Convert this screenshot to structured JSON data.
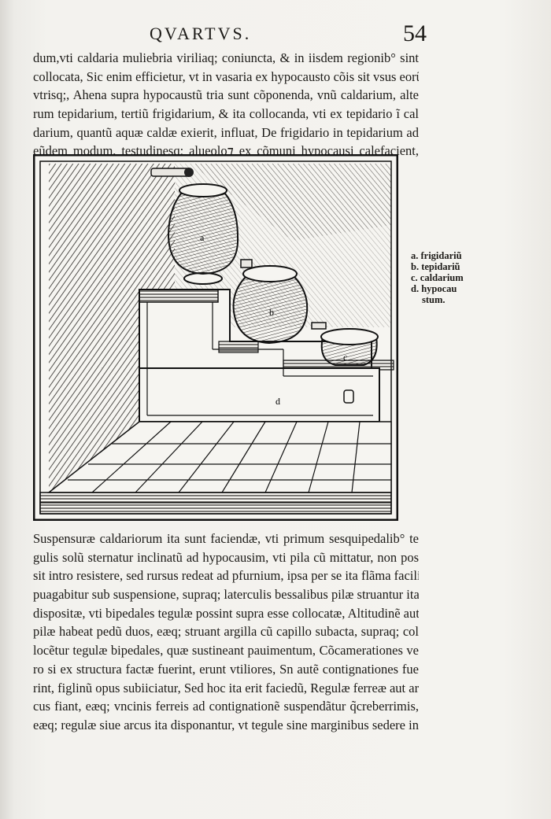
{
  "header": {
    "title": "QVARTVS.",
    "page_number": "54"
  },
  "text_top": [
    "dum,vti caldaria muliebria viriliaq; coniuncta, & in iisdem regionib° sint",
    "collocata, Sic enim efficietur, vt in vasaria ex hypocausto cõis sit vsus eorũ",
    "vtrisq;, Ahena supra hypocaustũ tria sunt cõponenda, vnũ caldarium, alte",
    "rum tepidarium, tertiũ frigidarium, & ita collocanda, vti ex tepidario ĩ cal",
    "darium, quantũ aquæ caldæ exierit, influat, De frigidario in tepidarium ad",
    "eũdem modum, testudinesq; alueolo⁊ ex cõmuni hypocausi calefacient,"
  ],
  "figure_labels": {
    "a": "a",
    "b": "b",
    "c": "c",
    "d": "d"
  },
  "legend": [
    {
      "text": "a. frigidariũ"
    },
    {
      "text": "b. tepidariũ"
    },
    {
      "text": "c. caldarium"
    },
    {
      "text": "d. hypocau"
    },
    {
      "text": "stum."
    }
  ],
  "text_bottom": [
    "Suspensuræ caldariorum ita sunt faciendæ, vti primum sesquipedalib° te",
    "gulis solũ sternatur inclinatũ ad hypocausim, vti pila cũ mittatur, non pos",
    "sit intro resistere, sed rursus redeat ad pfurnium, ipsa per se ita flãma facilius",
    "puagabitur sub suspensione, supraq; laterculis bessalibus pilæ struantur ita",
    "dispositæ, vti bipedales tegulæ possint supra esse collocatæ, Altitudinẽ autẽ",
    "pilæ habeat pedũ duos, eæq; struant argilla cũ capillo subacta, supraq; col",
    "locẽtur tegulæ bipedales, quæ sustineant pauimentum, Cõcamerationes ve",
    "ro si ex structura factæ fuerint, erunt vtiliores, Sn autẽ contignationes fue",
    "rint, figlinũ opus subiiciatur, Sed hoc ita erit faciedũ, Regulæ ferreæ aut ar",
    "cus fiant, eæq; vncinis ferreis ad contignationẽ suspendãtur q̃creberrimis,",
    "eæq; regulæ siue arcus ita disponantur, vt tegule sine marginibus sedere in"
  ],
  "colors": {
    "paper": "#f4f3ef",
    "ink": "#1c1a17",
    "bleed_ink": "#c9c6c0"
  }
}
